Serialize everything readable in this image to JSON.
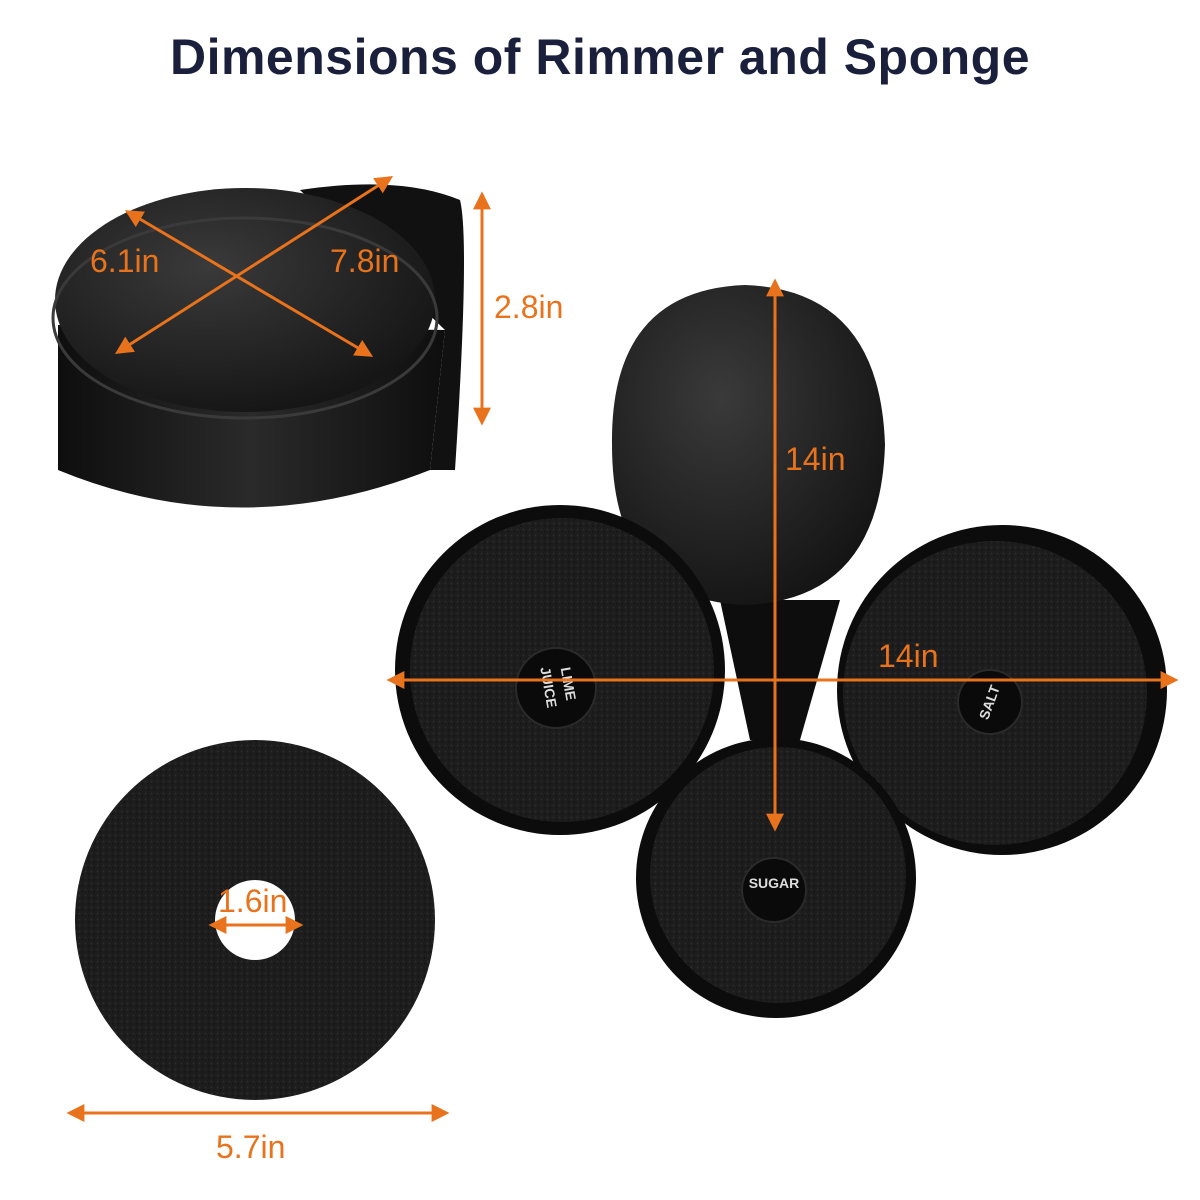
{
  "title": "Dimensions of Rimmer and Sponge",
  "colors": {
    "title": "#1a1f3c",
    "accent": "#e8731c",
    "product": "#151515",
    "sponge": "#1c1c1c",
    "background": "#ffffff"
  },
  "dimensions": {
    "top_width": "6.1in",
    "top_diagonal": "7.8in",
    "height": "2.8in",
    "open_height": "14in",
    "open_width": "14in",
    "sponge_hole": "1.6in",
    "sponge_diameter": "5.7in"
  },
  "compartments": {
    "lime_line1": "LIME",
    "lime_line2": "JUICE",
    "salt": "SALT",
    "sugar": "SUGAR"
  }
}
